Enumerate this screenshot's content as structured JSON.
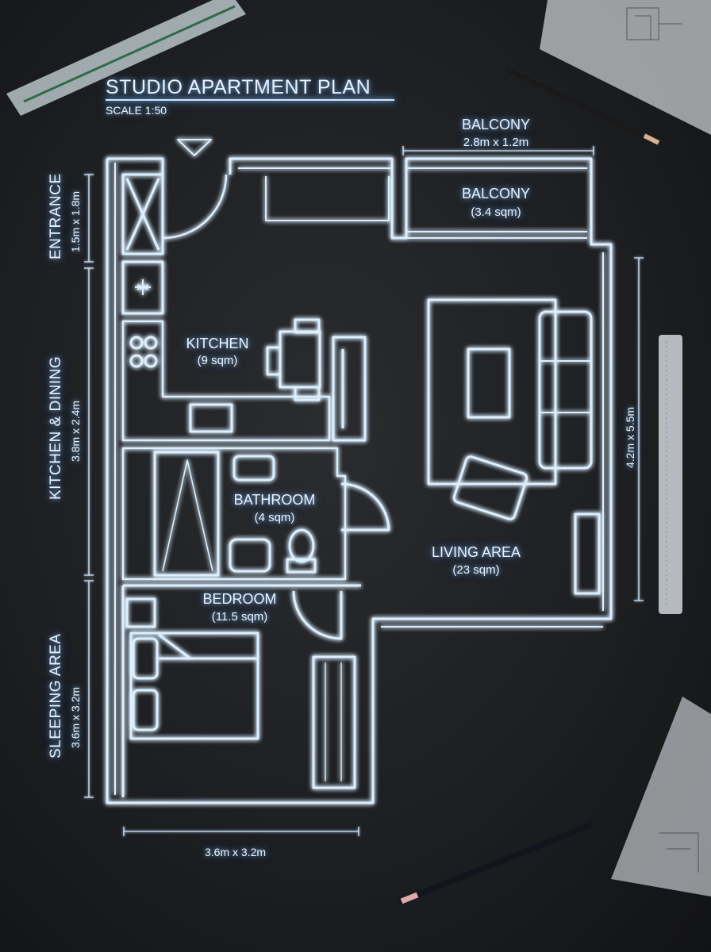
{
  "title": "STUDIO APARTMENT PLAN",
  "scale": "SCALE 1:50",
  "rooms": {
    "balcony": {
      "label": "BALCONY",
      "area": "(3.4 sqm)"
    },
    "kitchen": {
      "label": "KITCHEN",
      "area": "(9 sqm)"
    },
    "bathroom": {
      "label": "BATHROOM",
      "area": "(4 sqm)"
    },
    "living": {
      "label": "LIVING AREA",
      "area": "(23 sqm)"
    },
    "bedroom": {
      "label": "BEDROOM",
      "area": "(11.5 sqm)"
    }
  },
  "dimensions": {
    "balcony_top_label": "BALCONY",
    "balcony_top": "2.8m x 1.2m",
    "entrance_label": "ENTRANCE",
    "entrance": "1.5m x 1.8m",
    "kitchen_dining_label": "KITCHEN & DINING",
    "kitchen_dining": "3.8m x 2.4m",
    "sleeping_label": "SLEEPING AREA",
    "sleeping": "3.6m x 3.2m",
    "living_right": "4.2m x 5.5m",
    "bottom": "3.6m x 3.2m"
  },
  "colors": {
    "glow": "#cfe8ff",
    "accent": "#7cc0ff",
    "background": "#1d1f22"
  }
}
